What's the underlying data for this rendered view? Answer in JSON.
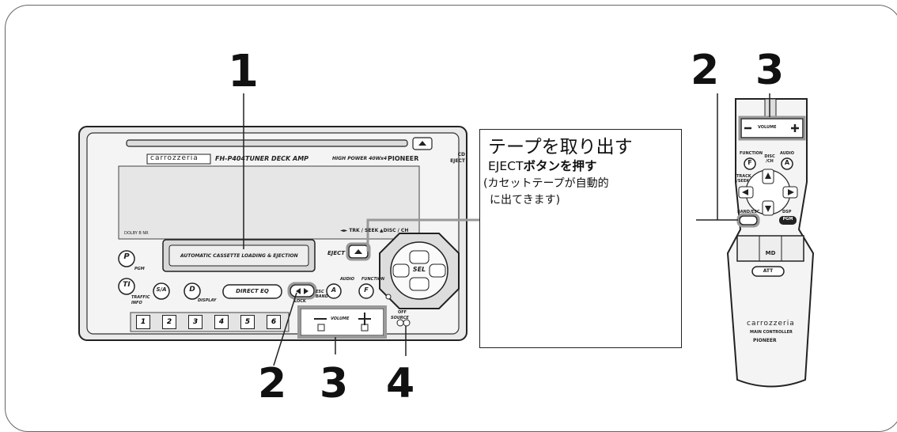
{
  "callouts": {
    "n1": "1",
    "n2_main": "2",
    "n3_main": "3",
    "n4_main": "4",
    "n2_remote": "2",
    "n3_remote": "3"
  },
  "eject_box": {
    "title": "テープを取り出す",
    "eject_word": "EJECT",
    "press_text": "ボタンを押す",
    "note_line1": "(カセットテープが自動的",
    "note_line2": "に出てきます)"
  },
  "unit": {
    "brand": "carrozzeria",
    "model": "FH-P404",
    "model_desc": "TUNER DECK AMP",
    "power": "HIGH POWER 40Wx4",
    "maker": "PIONEER",
    "cassette_label": "AUTOMATIC CASSETTE LOADING & EJECTION",
    "cd_eject": "CD EJECT",
    "eject": "EJECT",
    "track_label": "◄► TRK / SEEK",
    "disc_label": "▲DISC / CH",
    "dolby": "DOLBY B NR",
    "p_btn": "P",
    "pgm": "PGM",
    "ti_btn": "TI",
    "traffic_info": "TRAFFIC INFO",
    "sa_btn": "S/A",
    "d_btn": "D",
    "display": "DISPLAY",
    "direct_eq": "DIRECT EQ",
    "lock": "LOCK",
    "esc_band": "ESC BAND",
    "audio": "AUDIO",
    "function": "FUNCTION",
    "a_btn": "A",
    "f_btn": "F",
    "volume": "VOLUME",
    "off": "OFF",
    "source": "SOURCE",
    "sel": "SEL",
    "presets": [
      "1",
      "2",
      "3",
      "4",
      "5",
      "6"
    ]
  },
  "remote": {
    "volume": "VOLUME",
    "function": "FUNCTION",
    "f_btn": "F",
    "disc_ch": "DISC /CH",
    "audio": "AUDIO",
    "a_btn": "A",
    "track_seek": "TRACK /SEEK",
    "band_esc": "BAND/ESC",
    "dsp": "DSP",
    "pgm": "PGM",
    "md": "MD",
    "att": "ATT",
    "brand": "carrozzeria",
    "main_controller": "MAIN CONTROLLER",
    "maker": "PIONEER"
  }
}
